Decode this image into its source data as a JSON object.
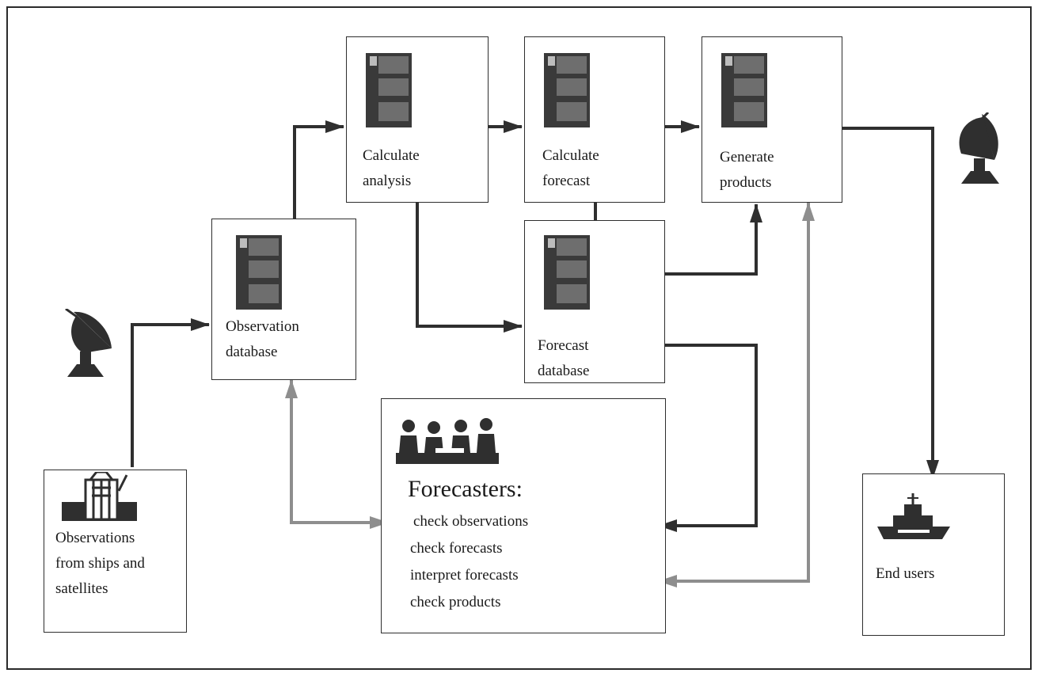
{
  "boxes": {
    "observations": {
      "lines": [
        "Observations",
        "from ships and",
        "satellites"
      ]
    },
    "observation_db": {
      "lines": [
        "Observation",
        "database"
      ]
    },
    "calc_analysis": {
      "lines": [
        "Calculate",
        "analysis"
      ]
    },
    "calc_forecast": {
      "lines": [
        "Calculate",
        "forecast"
      ]
    },
    "gen_products": {
      "lines": [
        "Generate",
        "products"
      ]
    },
    "forecast_db": {
      "lines": [
        "Forecast",
        "database"
      ]
    },
    "forecasters": {
      "title": "Forecasters:",
      "tasks": [
        "check observations",
        "check forecasts",
        "interpret forecasts",
        "check products"
      ]
    },
    "end_users": {
      "lines": [
        "End users"
      ]
    }
  },
  "icons": {
    "computer": "computer-screen-icon",
    "antenna": "satellite-dish-icon",
    "ship": "ship-icon",
    "platform": "oil-platform-icon",
    "meeting": "people-meeting-icon"
  },
  "colors": {
    "line": "#2e2e2e",
    "arrow_dark": "#2f2f2f",
    "arrow_light": "#8e8e8e",
    "icon_dark": "#3a3a3a",
    "icon_screen": "#6e6e6e"
  }
}
